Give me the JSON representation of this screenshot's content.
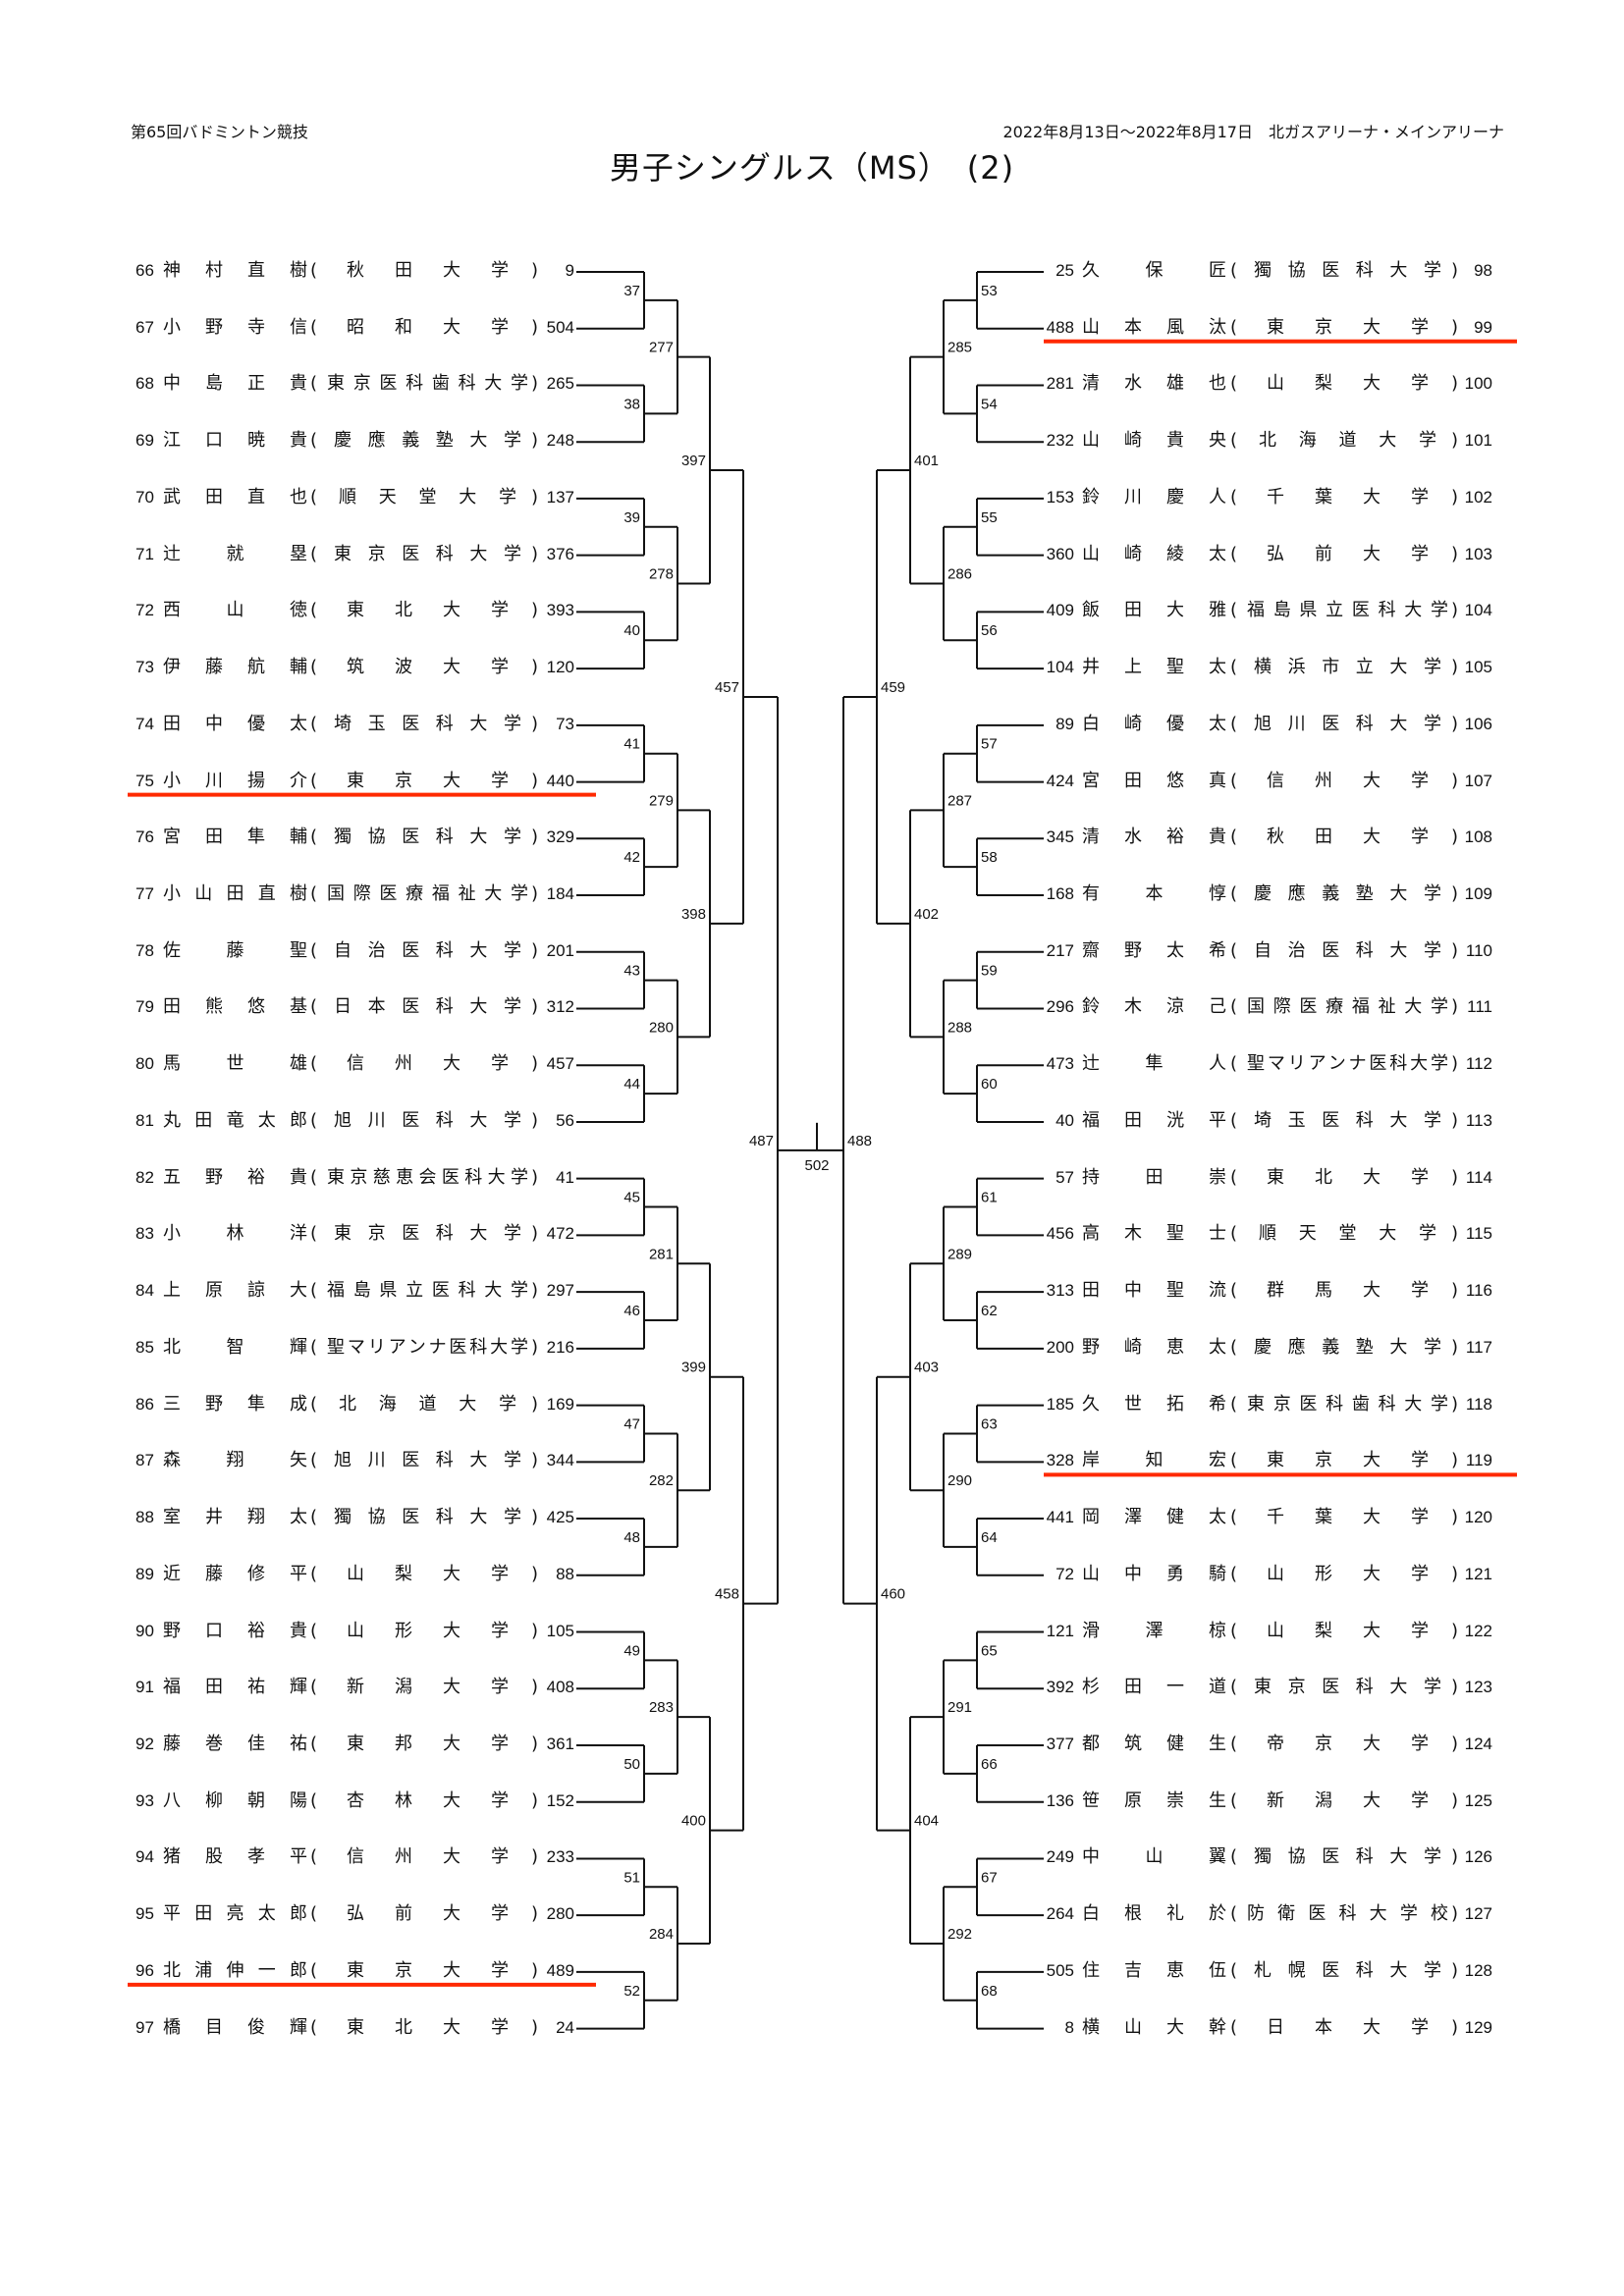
{
  "header": {
    "event": "第65回バドミントン競技",
    "dates_venue": "2022年8月13日～2022年8月17日　北ガスアリーナ・メインアリーナ",
    "title": "男子シングルス（MS）　(2)"
  },
  "highlight_color": "#ff2a00",
  "left": {
    "players": [
      {
        "no": "66",
        "name": "神村直樹",
        "school": "秋田大学",
        "seed": "9"
      },
      {
        "no": "67",
        "name": "小野寺信",
        "school": "昭和大学",
        "seed": "504"
      },
      {
        "no": "68",
        "name": "中島正貴",
        "school": "東京医科歯科大学",
        "seed": "265"
      },
      {
        "no": "69",
        "name": "江口暁貴",
        "school": "慶應義塾大学",
        "seed": "248"
      },
      {
        "no": "70",
        "name": "武田直也",
        "school": "順天堂大学",
        "seed": "137"
      },
      {
        "no": "71",
        "name": "辻就塁",
        "school": "東京医科大学",
        "seed": "376"
      },
      {
        "no": "72",
        "name": "西山徳",
        "school": "東北大学",
        "seed": "393"
      },
      {
        "no": "73",
        "name": "伊藤航輔",
        "school": "筑波大学",
        "seed": "120"
      },
      {
        "no": "74",
        "name": "田中優太",
        "school": "埼玉医科大学",
        "seed": "73"
      },
      {
        "no": "75",
        "name": "小川揚介",
        "school": "東京大学",
        "seed": "440",
        "highlight": true
      },
      {
        "no": "76",
        "name": "宮田隼輔",
        "school": "獨協医科大学",
        "seed": "329"
      },
      {
        "no": "77",
        "name": "小山田直樹",
        "school": "国際医療福祉大学",
        "seed": "184"
      },
      {
        "no": "78",
        "name": "佐藤聖",
        "school": "自治医科大学",
        "seed": "201"
      },
      {
        "no": "79",
        "name": "田熊悠基",
        "school": "日本医科大学",
        "seed": "312"
      },
      {
        "no": "80",
        "name": "馬世雄",
        "school": "信州大学",
        "seed": "457"
      },
      {
        "no": "81",
        "name": "丸田竜太郎",
        "school": "旭川医科大学",
        "seed": "56"
      },
      {
        "no": "82",
        "name": "五野裕貴",
        "school": "東京慈恵会医科大学",
        "seed": "41"
      },
      {
        "no": "83",
        "name": "小林洋",
        "school": "東京医科大学",
        "seed": "472"
      },
      {
        "no": "84",
        "name": "上原諒大",
        "school": "福島県立医科大学",
        "seed": "297"
      },
      {
        "no": "85",
        "name": "北智輝",
        "school": "聖マリアンナ医科大学",
        "seed": "216"
      },
      {
        "no": "86",
        "name": "三野隼成",
        "school": "北海道大学",
        "seed": "169"
      },
      {
        "no": "87",
        "name": "森翔矢",
        "school": "旭川医科大学",
        "seed": "344"
      },
      {
        "no": "88",
        "name": "室井翔太",
        "school": "獨協医科大学",
        "seed": "425"
      },
      {
        "no": "89",
        "name": "近藤修平",
        "school": "山梨大学",
        "seed": "88"
      },
      {
        "no": "90",
        "name": "野口裕貴",
        "school": "山形大学",
        "seed": "105"
      },
      {
        "no": "91",
        "name": "福田祐輝",
        "school": "新潟大学",
        "seed": "408"
      },
      {
        "no": "92",
        "name": "藤巻佳祐",
        "school": "東邦大学",
        "seed": "361"
      },
      {
        "no": "93",
        "name": "八柳朝陽",
        "school": "杏林大学",
        "seed": "152"
      },
      {
        "no": "94",
        "name": "猪股孝平",
        "school": "信州大学",
        "seed": "233"
      },
      {
        "no": "95",
        "name": "平田亮太郎",
        "school": "弘前大学",
        "seed": "280"
      },
      {
        "no": "96",
        "name": "北浦伸一郎",
        "school": "東京大学",
        "seed": "489",
        "highlight": true
      },
      {
        "no": "97",
        "name": "橋目俊輝",
        "school": "東北大学",
        "seed": "24"
      }
    ],
    "rounds": [
      [
        "37",
        "38",
        "39",
        "40",
        "41",
        "42",
        "43",
        "44",
        "45",
        "46",
        "47",
        "48",
        "49",
        "50",
        "51",
        "52"
      ],
      [
        "277",
        "278",
        "279",
        "280",
        "281",
        "282",
        "283",
        "284"
      ],
      [
        "397",
        "398",
        "399",
        "400"
      ],
      [
        "457",
        "458"
      ],
      [
        "487"
      ]
    ]
  },
  "right": {
    "players": [
      {
        "seed": "25",
        "name": "久保匠",
        "school": "獨協医科大学",
        "no": "98"
      },
      {
        "seed": "488",
        "name": "山本風汰",
        "school": "東京大学",
        "no": "99",
        "highlight": true
      },
      {
        "seed": "281",
        "name": "清水雄也",
        "school": "山梨大学",
        "no": "100"
      },
      {
        "seed": "232",
        "name": "山崎貴央",
        "school": "北海道大学",
        "no": "101"
      },
      {
        "seed": "153",
        "name": "鈴川慶人",
        "school": "千葉大学",
        "no": "102"
      },
      {
        "seed": "360",
        "name": "山崎綾太",
        "school": "弘前大学",
        "no": "103"
      },
      {
        "seed": "409",
        "name": "飯田大雅",
        "school": "福島県立医科大学",
        "no": "104"
      },
      {
        "seed": "104",
        "name": "井上聖太",
        "school": "横浜市立大学",
        "no": "105"
      },
      {
        "seed": "89",
        "name": "白崎優太",
        "school": "旭川医科大学",
        "no": "106"
      },
      {
        "seed": "424",
        "name": "宮田悠真",
        "school": "信州大学",
        "no": "107"
      },
      {
        "seed": "345",
        "name": "清水裕貴",
        "school": "秋田大学",
        "no": "108"
      },
      {
        "seed": "168",
        "name": "有本惇",
        "school": "慶應義塾大学",
        "no": "109"
      },
      {
        "seed": "217",
        "name": "齋野太希",
        "school": "自治医科大学",
        "no": "110"
      },
      {
        "seed": "296",
        "name": "鈴木涼己",
        "school": "国際医療福祉大学",
        "no": "111"
      },
      {
        "seed": "473",
        "name": "辻隼人",
        "school": "聖マリアンナ医科大学",
        "no": "112"
      },
      {
        "seed": "40",
        "name": "福田洸平",
        "school": "埼玉医科大学",
        "no": "113"
      },
      {
        "seed": "57",
        "name": "持田崇",
        "school": "東北大学",
        "no": "114"
      },
      {
        "seed": "456",
        "name": "高木聖士",
        "school": "順天堂大学",
        "no": "115"
      },
      {
        "seed": "313",
        "name": "田中聖流",
        "school": "群馬大学",
        "no": "116"
      },
      {
        "seed": "200",
        "name": "野崎恵太",
        "school": "慶應義塾大学",
        "no": "117"
      },
      {
        "seed": "185",
        "name": "久世拓希",
        "school": "東京医科歯科大学",
        "no": "118"
      },
      {
        "seed": "328",
        "name": "岸知宏",
        "school": "東京大学",
        "no": "119",
        "highlight": true
      },
      {
        "seed": "441",
        "name": "岡澤健太",
        "school": "千葉大学",
        "no": "120"
      },
      {
        "seed": "72",
        "name": "山中勇騎",
        "school": "山形大学",
        "no": "121"
      },
      {
        "seed": "121",
        "name": "滑澤椋",
        "school": "山梨大学",
        "no": "122"
      },
      {
        "seed": "392",
        "name": "杉田一道",
        "school": "東京医科大学",
        "no": "123"
      },
      {
        "seed": "377",
        "name": "都筑健生",
        "school": "帝京大学",
        "no": "124"
      },
      {
        "seed": "136",
        "name": "笹原崇生",
        "school": "新潟大学",
        "no": "125"
      },
      {
        "seed": "249",
        "name": "中山翼",
        "school": "獨協医科大学",
        "no": "126"
      },
      {
        "seed": "264",
        "name": "白根礼於",
        "school": "防衛医科大学校",
        "no": "127"
      },
      {
        "seed": "505",
        "name": "住吉恵伍",
        "school": "札幌医科大学",
        "no": "128"
      },
      {
        "seed": "8",
        "name": "横山大幹",
        "school": "日本大学",
        "no": "129"
      }
    ],
    "rounds": [
      [
        "53",
        "54",
        "55",
        "56",
        "57",
        "58",
        "59",
        "60",
        "61",
        "62",
        "63",
        "64",
        "65",
        "66",
        "67",
        "68"
      ],
      [
        "285",
        "286",
        "287",
        "288",
        "289",
        "290",
        "291",
        "292"
      ],
      [
        "401",
        "402",
        "403",
        "404"
      ],
      [
        "459",
        "460"
      ],
      [
        "488"
      ]
    ]
  },
  "final": {
    "match": "502"
  }
}
